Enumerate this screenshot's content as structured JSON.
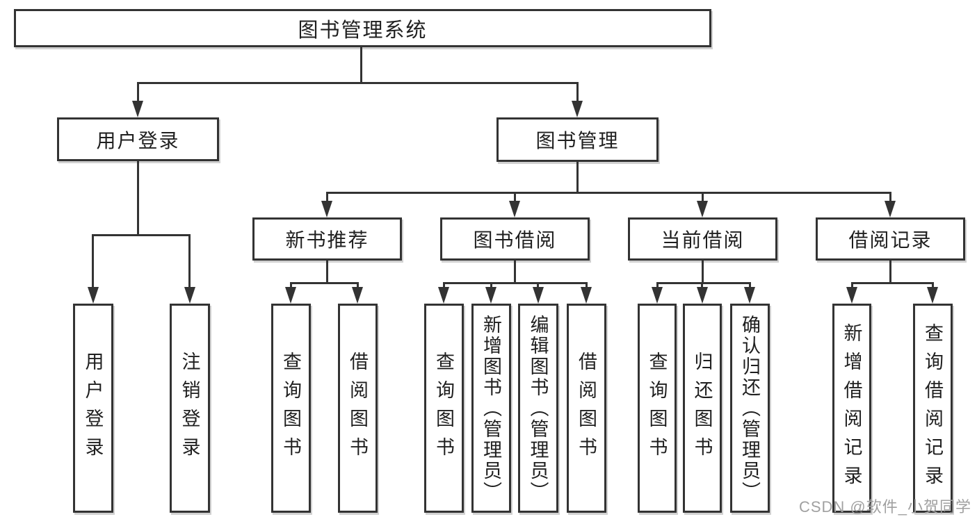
{
  "diagram": {
    "colors": {
      "line": "#333333",
      "box_background": "#ffffff",
      "text": "#1f1f1f",
      "watermark": "#a0a0a0"
    },
    "watermark": "CSDN @软件_小贺同学",
    "nodes": {
      "root": "图书管理系统",
      "user_login": "用户登录",
      "book_mgmt": "图书管理",
      "new_book_rec": "新书推荐",
      "book_borrow": "图书借阅",
      "current_borrow": "当前借阅",
      "borrow_records": "借阅记录",
      "ul_user_login": "用户登录",
      "ul_logout": "注销登录",
      "nb_query_book": "查询图书",
      "nb_borrow_book": "借阅图书",
      "bb_query_book": "查询图书",
      "bb_add_book": "新增图书（管理员）",
      "bb_edit_book": "编辑图书（管理员）",
      "bb_borrow_book": "借阅图书",
      "cb_query_book": "查询图书",
      "cb_return_book": "归还图书",
      "cb_confirm_return": "确认归还（管理员）",
      "br_add_record": "新增借阅记录",
      "br_query_record": "查询借阅记录"
    }
  }
}
